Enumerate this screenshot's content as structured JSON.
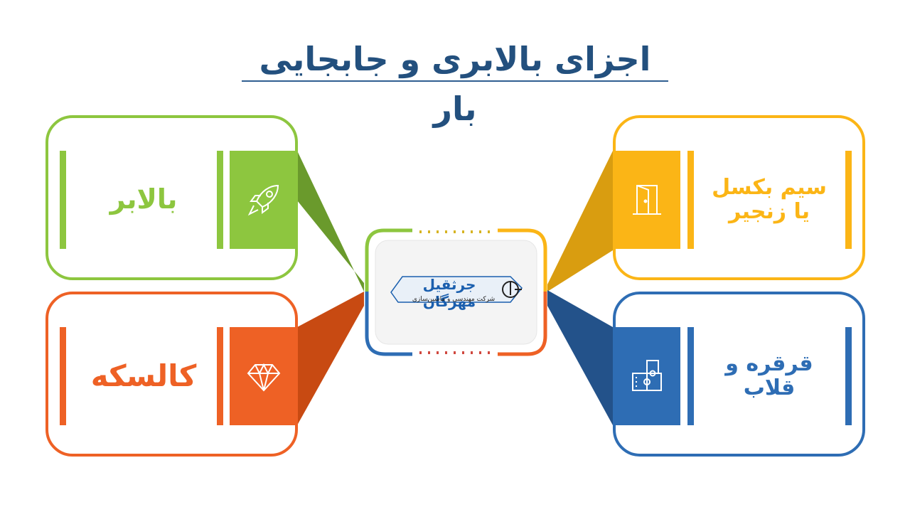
{
  "title": "اجزای بالابری و جابجایی بار",
  "center": {
    "logo_name": "جرثقیل مهرگان",
    "logo_subtitle": "شرکت مهندسی و ماشین‌سازی"
  },
  "items": [
    {
      "label": "بالابر",
      "icon": "rocket-icon",
      "color": "#8dc63f"
    },
    {
      "label": "کالسکه",
      "icon": "diamond-icon",
      "color": "#ee6125"
    },
    {
      "label": "سیم بکسل یا زنجیر",
      "icon": "door-icon",
      "color": "#fbb516"
    },
    {
      "label": "قرقره و قلاب",
      "icon": "puzzle-icon",
      "color": "#2e6db4"
    }
  ]
}
